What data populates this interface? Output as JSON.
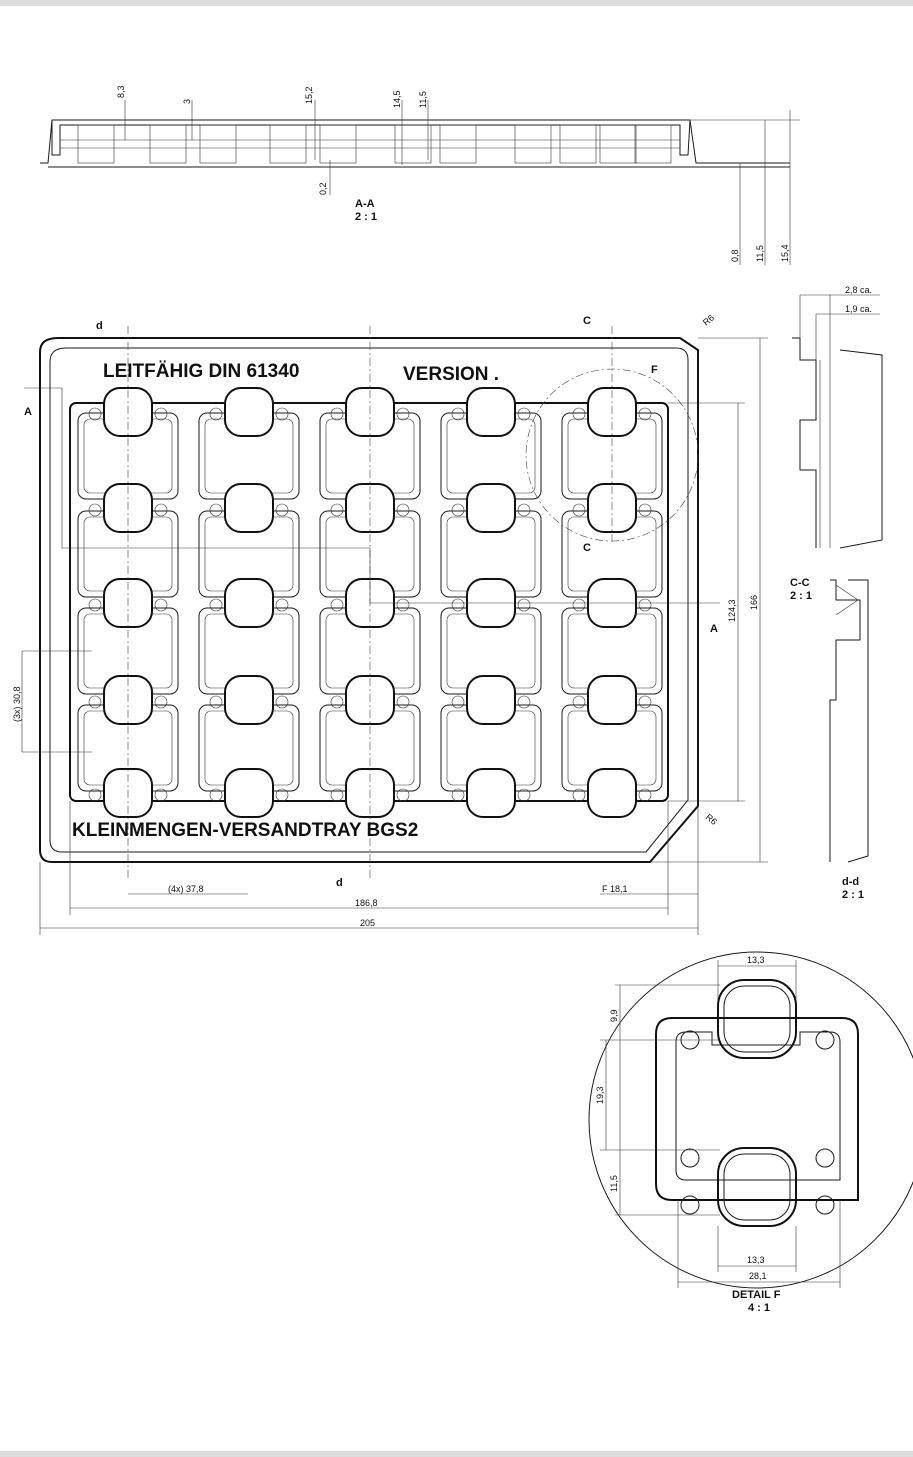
{
  "section_aa": {
    "title": "A-A",
    "scale": "2 : 1",
    "dims_top": [
      "8,3",
      "3",
      "15,2",
      "14,5",
      "11,5"
    ],
    "dim_bottom": "0,2",
    "dims_right": [
      "0,8",
      "11,5",
      "15,4"
    ]
  },
  "plan": {
    "marking_top": "LEITFÄHIG  DIN 61340",
    "version": "VERSION .",
    "marking_bottom": "KLEINMENGEN-VERSANDTRAY  BGS2",
    "cut_d": "d",
    "cut_c": "C",
    "cut_a": "A",
    "detail_f": "F",
    "radius": "R6",
    "dim_pitch_x": "(4x) 37,8",
    "dim_pitch_y": "(3x) 30,8",
    "dim_inner_width": "186,8",
    "dim_width": "205",
    "dim_f": "F 18,1",
    "dim_inner_height": "124,3",
    "dim_height": "166"
  },
  "section_cc": {
    "title": "C-C",
    "scale": "2 : 1",
    "dims": [
      "2,8 ca.",
      "1,9 ca."
    ]
  },
  "section_dd": {
    "title": "d-d",
    "scale": "2 : 1"
  },
  "detail_f": {
    "title": "DETAIL F",
    "scale": "4 : 1",
    "dims": {
      "top_width": "13,3",
      "bottom_width": "13,3",
      "pocket_width": "28,1",
      "upper": "9,9",
      "middle": "19,3",
      "lower": "11,5"
    }
  }
}
